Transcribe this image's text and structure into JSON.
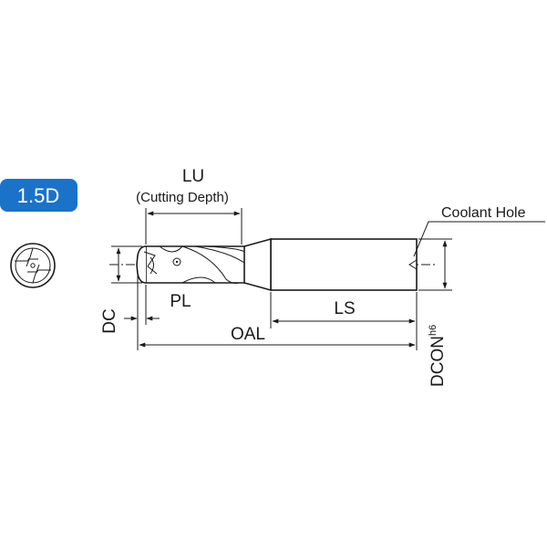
{
  "badge": {
    "label": "1.5D",
    "color": "#1a73c9"
  },
  "labels": {
    "lu": "LU",
    "lu_note": "(Cutting Depth)",
    "coolant_hole": "Coolant Hole",
    "pl": "PL",
    "ls": "LS",
    "oal": "OAL",
    "dc": "DC",
    "dcon": "DCON",
    "dcon_tolerance": "h6"
  },
  "colors": {
    "line": "#1a1a1a",
    "background": "#ffffff"
  }
}
